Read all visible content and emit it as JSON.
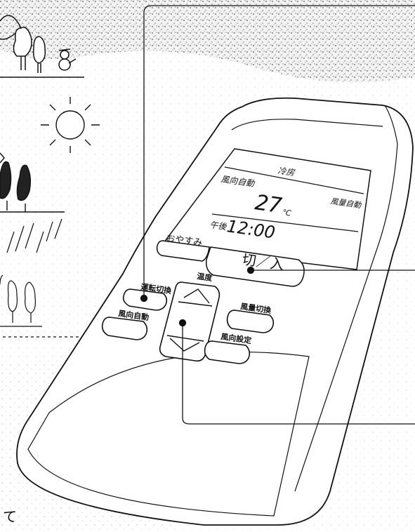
{
  "display": {
    "mode": "冷房",
    "wind_direction": "風向自動",
    "fan_speed": "風量自動",
    "temperature": "27",
    "temperature_unit": "℃",
    "time_period": "午後",
    "time": "12:00",
    "sleep_label": "おやすみ",
    "off_on_label": "切／入"
  },
  "buttons": {
    "mode_switch": "運転切換",
    "temperature": "温度",
    "wind_auto": "風向自動",
    "fan_switch": "風量切換",
    "wind_setting": "風向設定"
  },
  "page_text": {
    "bottom_fragment": "て"
  }
}
